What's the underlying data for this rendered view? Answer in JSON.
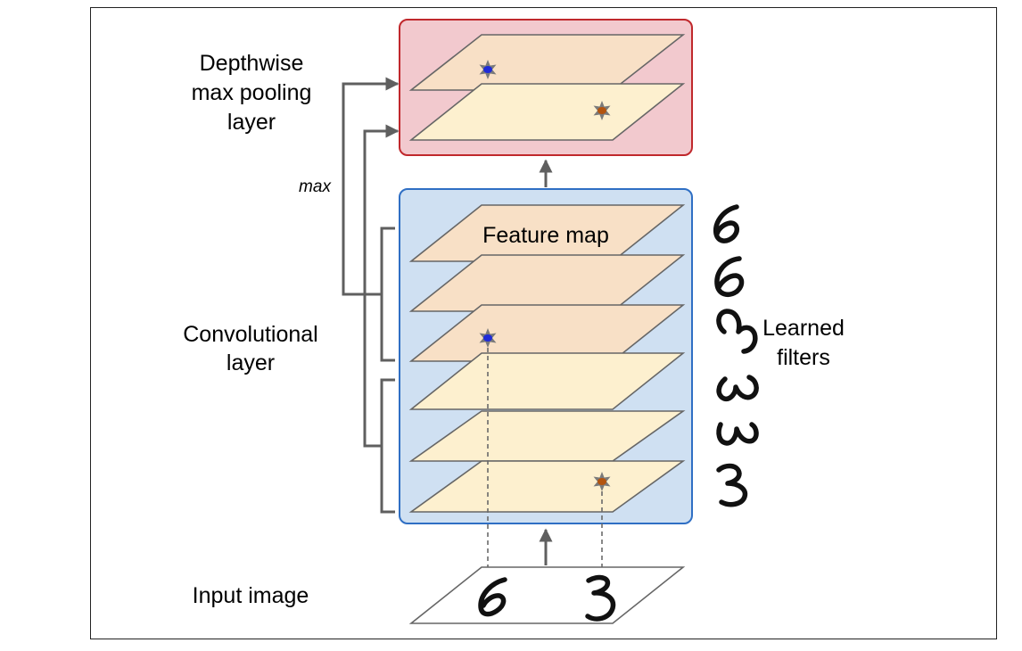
{
  "diagram": {
    "labels": {
      "pooling_layer": [
        "Depthwise",
        "max pooling",
        "layer"
      ],
      "max": "max",
      "conv_layer": [
        "Convolutional",
        "layer"
      ],
      "input_image": "Input image",
      "feature_map": "Feature map",
      "learned_filters": [
        "Learned",
        "filters"
      ]
    },
    "colors": {
      "pooling_box_fill": "#f2c9ce",
      "pooling_box_border": "#c0282c",
      "conv_box_fill": "#cfe0f2",
      "conv_box_border": "#2f6fc4",
      "feature_map_orange": "#f8e0c6",
      "feature_map_yellow": "#fdf0cf",
      "star_blue": "#1f2bd8",
      "star_orange": "#b3540f"
    },
    "filters_glyphs": [
      "6",
      "6",
      "6",
      "3",
      "3",
      "3"
    ],
    "input_digits": [
      "6",
      "3"
    ]
  }
}
